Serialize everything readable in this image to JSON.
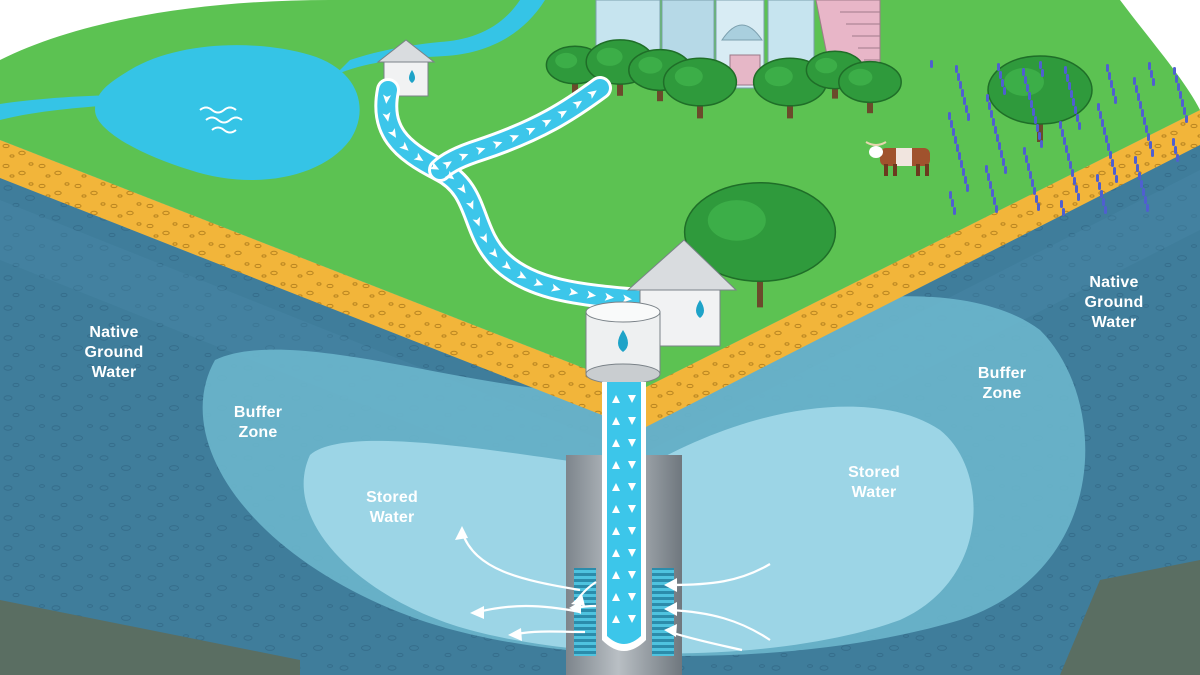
{
  "labels": {
    "native_left": "Native\nGround\nWater",
    "native_right": "Native\nGround\nWater",
    "buffer_left": "Buffer\nZone",
    "buffer_right": "Buffer\nZone",
    "stored_left": "Stored\nWater",
    "stored_right": "Stored\nWater"
  },
  "colors": {
    "grass": "#5cc252",
    "soil": "#f2b53a",
    "native_water": "#3f7d9b",
    "buffer_zone": "#6bb6cc",
    "stored_water": "#9fd8e6",
    "surface_water": "#35c4e6",
    "pipe_flow": "#3cc6ea",
    "well_casing": "#9aa1a8",
    "trees": "#2f9a3c",
    "bluebonnets": "#4f5fd0",
    "city": "#c6e4ef"
  },
  "icons": [
    "water-drop-icon",
    "flow-arrow-icon",
    "tree-icon",
    "longhorn-cow-icon",
    "bluebonnet-flower-icon",
    "city-skyline-icon"
  ]
}
